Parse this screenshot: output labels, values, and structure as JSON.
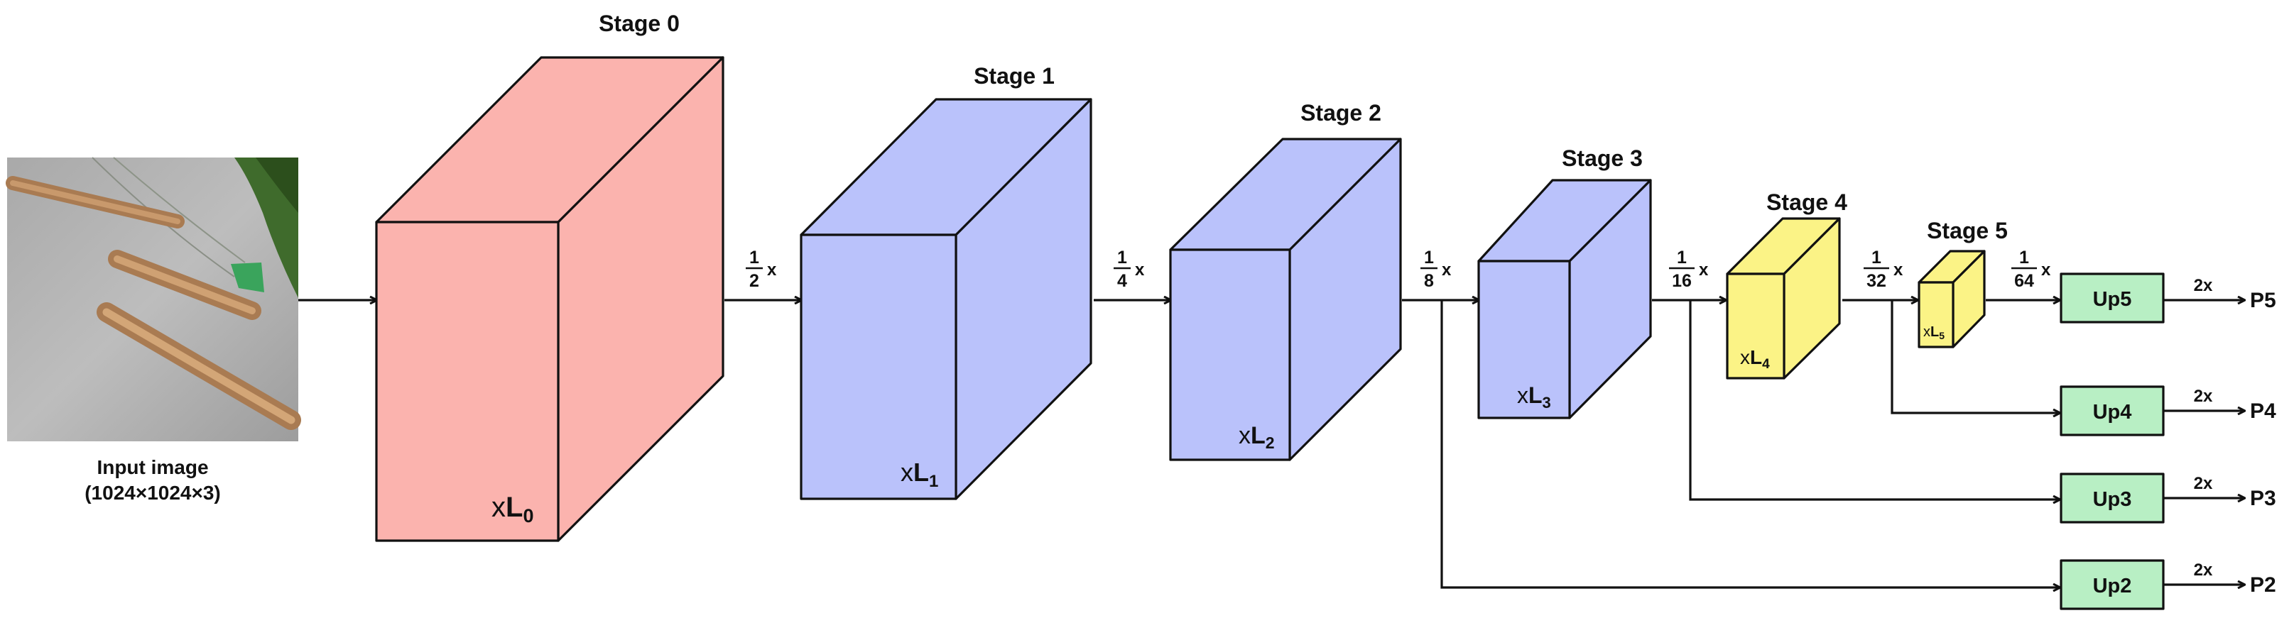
{
  "input": {
    "caption": "Input image",
    "size": "(1024×1024×3)"
  },
  "stages": [
    {
      "label": "Stage 0",
      "layers_prefix": "x",
      "layers_var": "L",
      "layers_sub": "0",
      "color": "#fbb3ae"
    },
    {
      "label": "Stage 1",
      "layers_prefix": "x",
      "layers_var": "L",
      "layers_sub": "1",
      "color": "#bac2fb"
    },
    {
      "label": "Stage 2",
      "layers_prefix": "x",
      "layers_var": "L",
      "layers_sub": "2",
      "color": "#bac2fb"
    },
    {
      "label": "Stage 3",
      "layers_prefix": "x",
      "layers_var": "L",
      "layers_sub": "3",
      "color": "#bac2fb"
    },
    {
      "label": "Stage 4",
      "layers_prefix": "x",
      "layers_var": "L",
      "layers_sub": "4",
      "color": "#fbf386"
    },
    {
      "label": "Stage 5",
      "layers_prefix": "x",
      "layers_var": "L",
      "layers_sub": "5",
      "color": "#fbf386"
    }
  ],
  "scales": [
    {
      "num": "1",
      "den": "2",
      "suffix": "x"
    },
    {
      "num": "1",
      "den": "4",
      "suffix": "x"
    },
    {
      "num": "1",
      "den": "8",
      "suffix": "x"
    },
    {
      "num": "1",
      "den": "16",
      "suffix": "x"
    },
    {
      "num": "1",
      "den": "32",
      "suffix": "x"
    },
    {
      "num": "1",
      "den": "64",
      "suffix": "x"
    }
  ],
  "heads": [
    {
      "label": "Up5",
      "scale": "2x",
      "output": "P5",
      "color": "#b8efc4"
    },
    {
      "label": "Up4",
      "scale": "2x",
      "output": "P4",
      "color": "#b8efc4"
    },
    {
      "label": "Up3",
      "scale": "2x",
      "output": "P3",
      "color": "#b8efc4"
    },
    {
      "label": "Up2",
      "scale": "2x",
      "output": "P2",
      "color": "#b8efc4"
    }
  ]
}
